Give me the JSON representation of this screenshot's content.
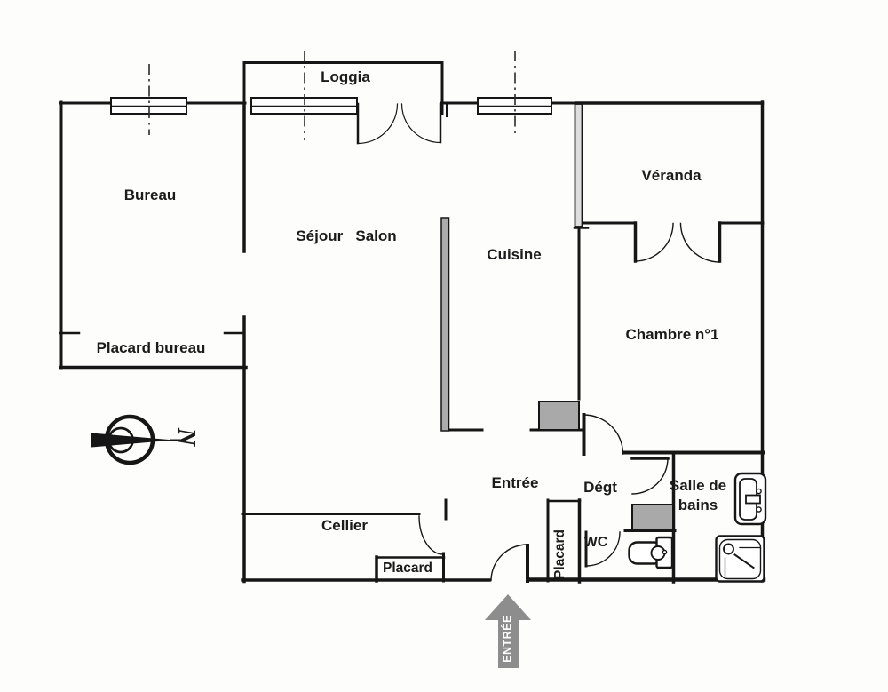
{
  "rooms": {
    "loggia": "Loggia",
    "bureau": "Bureau",
    "sejour_salon": "Séjour   Salon",
    "cuisine": "Cuisine",
    "veranda": "Véranda",
    "chambre_1": "Chambre n°1",
    "placard_bureau": "Placard bureau",
    "entree": "Entrée",
    "degt": "Dégt",
    "salle_de_bains": "Salle de\nbains",
    "cellier": "Cellier",
    "wc": "WC",
    "placard_cellier": "Placard",
    "placard_entree": "Placard"
  },
  "annotations": {
    "entrance_arrow_label": "ENTRÉE",
    "compass_north_label": "N"
  },
  "colors": {
    "wall": "#161616",
    "fixture_gray": "#a9a9a9",
    "partition_gray": "#ababab",
    "glazing_gray": "#dedede",
    "arrow_gray": "#8d8d8d",
    "background": "#fdfdfc"
  }
}
